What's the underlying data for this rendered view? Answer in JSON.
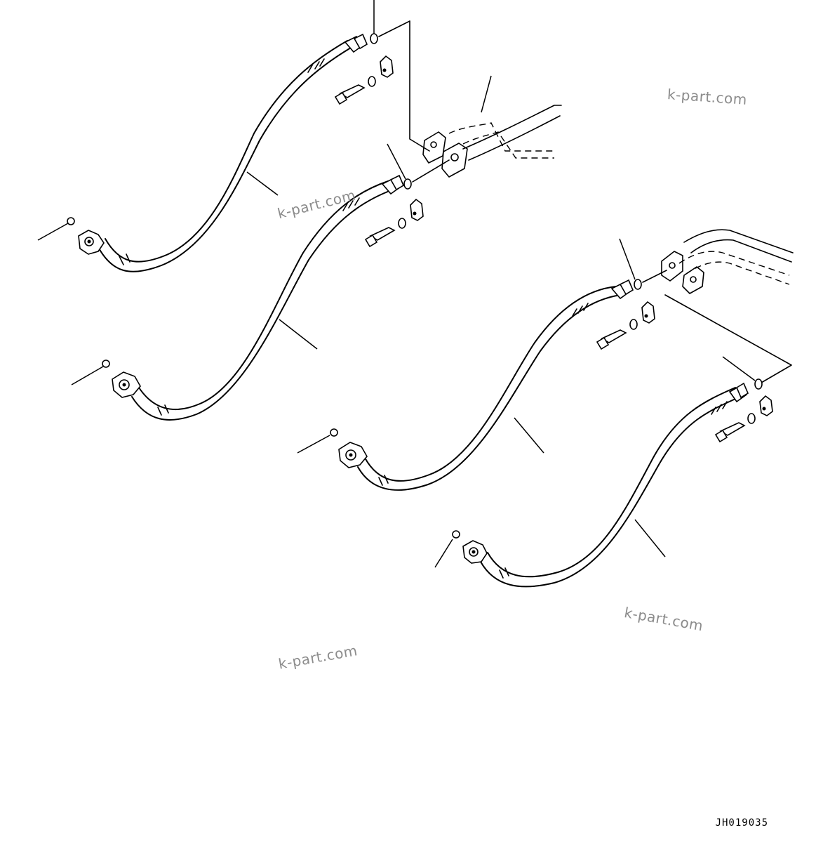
{
  "diagram": {
    "title": "",
    "figure_id": "JH019035",
    "watermarks": [
      "k-part.com",
      "k-part.com",
      "k-part.com",
      "k-part.com"
    ],
    "line_color": "#000000",
    "watermark_color": "#8c8c8c",
    "hose_count": 4
  }
}
